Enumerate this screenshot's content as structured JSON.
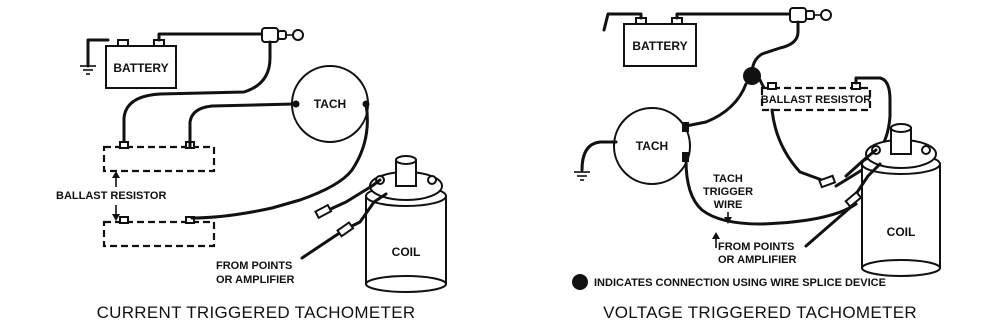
{
  "left": {
    "title": "CURRENT TRIGGERED TACHOMETER",
    "battery": "BATTERY",
    "tach": "TACH",
    "ballast": "BALLAST RESISTOR",
    "coil": "COIL",
    "points_line1": "FROM POINTS",
    "points_line2": "OR AMPLIFIER"
  },
  "right": {
    "title": "VOLTAGE TRIGGERED TACHOMETER",
    "battery": "BATTERY",
    "tach": "TACH",
    "ballast": "BALLAST RESISTOR",
    "coil": "COIL",
    "trigger_line1": "TACH",
    "trigger_line2": "TRIGGER",
    "trigger_line3": "WIRE",
    "points_line1": "FROM POINTS",
    "points_line2": "OR AMPLIFIER",
    "legend": "INDICATES CONNECTION USING WIRE SPLICE DEVICE"
  }
}
